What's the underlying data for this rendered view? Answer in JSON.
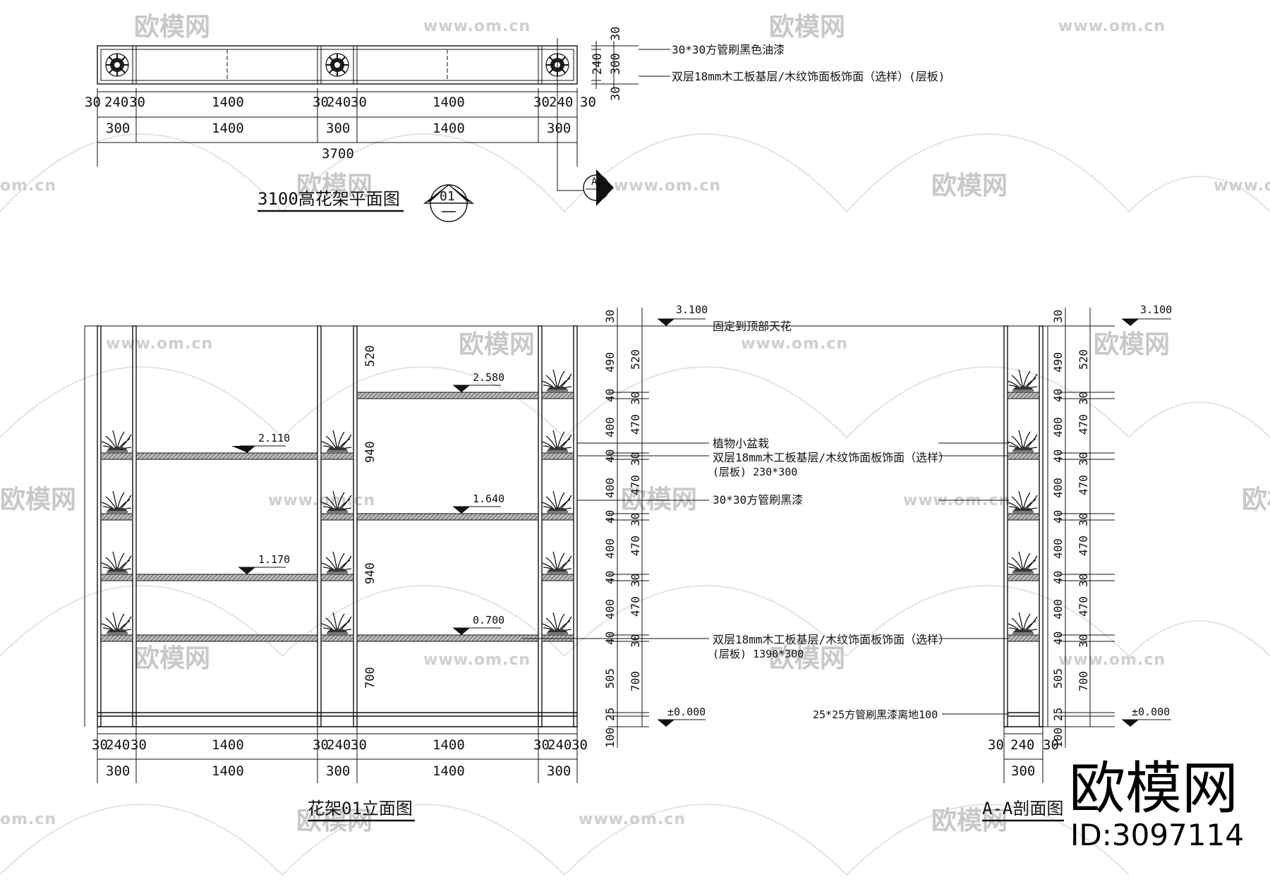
{
  "watermark": {
    "brand": "欧模网",
    "url": "www.om.cn",
    "url_fragment": "om.cn",
    "brand_fragment": "欧模网"
  },
  "plan": {
    "title": "3100高花架平面图",
    "mark_number": "01",
    "note_tube": "30*30方管刷黑色油漆",
    "note_board": "双层18mm木工板基层/木纹饰面板饰面（选样）(层板)",
    "dims_row1": [
      "30",
      "240",
      "30",
      "1400",
      "30",
      "240",
      "30",
      "1400",
      "30",
      "240",
      "30"
    ],
    "dims_row2": [
      "300",
      "1400",
      "300",
      "1400",
      "300"
    ],
    "total": "3700",
    "side_dims": [
      "30",
      "240",
      "300",
      "30"
    ],
    "section_mark": "A"
  },
  "elevation": {
    "title": "花架01立面图",
    "shelf_levels": [
      "2.110",
      "1.170",
      "2.580",
      "1.640",
      "0.700"
    ],
    "inner_dims": [
      "520",
      "940",
      "940",
      "700"
    ],
    "col1_dims": [
      "30",
      "490",
      "40",
      "400",
      "40",
      "400",
      "40",
      "400",
      "40",
      "400",
      "40",
      "505",
      "25",
      "100"
    ],
    "col2_dims": [
      "520",
      "30",
      "470",
      "30",
      "470",
      "30",
      "470",
      "30",
      "470",
      "30",
      "700"
    ],
    "top_level": "3.100",
    "ground_level": "±0.000",
    "notes": {
      "ceiling": "固定到顶部天花",
      "plant": "植物小盆栽",
      "board_small_1": "双层18mm木工板基层/木纹饰面板饰面（选样）",
      "board_small_2": "(层板) 230*300",
      "tube": "30*30方管刷黑漆",
      "board_large_1": "双层18mm木工板基层/木纹饰面板饰面（选样）",
      "board_large_2": "(层板) 1390*300",
      "base_tube": "25*25方管刷黑漆离地100"
    },
    "dims_row1": [
      "30",
      "240",
      "30",
      "1400",
      "30",
      "240",
      "30",
      "1400",
      "30",
      "240",
      "30"
    ],
    "dims_row2": [
      "300",
      "1400",
      "300",
      "1400",
      "300"
    ]
  },
  "section": {
    "title": "A-A剖面图",
    "top_level": "3.100",
    "ground_level": "±0.000",
    "dims_bottom1": [
      "30",
      "240",
      "30"
    ],
    "dims_bottom2": [
      "300"
    ]
  },
  "stamp": {
    "brand": "欧模网",
    "id": "ID:3097114"
  }
}
